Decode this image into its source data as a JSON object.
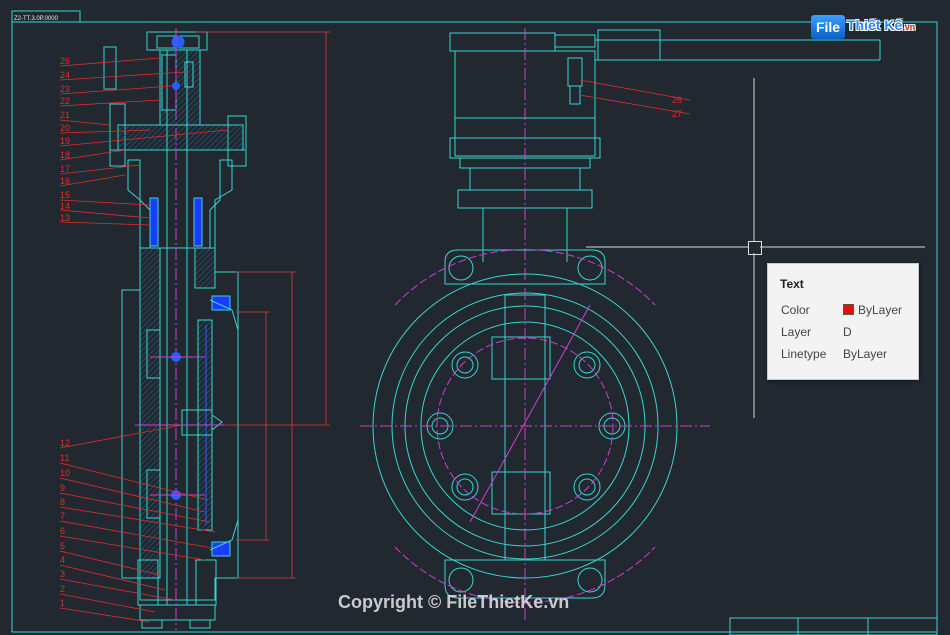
{
  "drawing": {
    "sheet_code": "Z2-TT.3.0P.0000",
    "part_labels_left": [
      "26",
      "24",
      "23",
      "22",
      "21",
      "20",
      "19",
      "18",
      "17",
      "16",
      "15",
      "14",
      "13",
      "12",
      "11",
      "10",
      "9",
      "8",
      "7",
      "6",
      "5",
      "4",
      "3",
      "2",
      "1"
    ],
    "part_labels_right": [
      "26",
      "27"
    ],
    "colors": {
      "background": "#212830",
      "outline": "#38d6d0",
      "label": "#e22e2e",
      "center": "#d23cd2",
      "section": "#1a3cff"
    }
  },
  "tooltip": {
    "title": "Text",
    "rows": [
      {
        "label": "Color",
        "value": "ByLayer"
      },
      {
        "label": "Layer",
        "value": "D"
      },
      {
        "label": "Linetype",
        "value": "ByLayer"
      }
    ]
  },
  "logo": {
    "badge": "File",
    "name": "Thiết Kế",
    "suffix": ".vn"
  },
  "watermark": "Copyright © FileThietKe.vn"
}
